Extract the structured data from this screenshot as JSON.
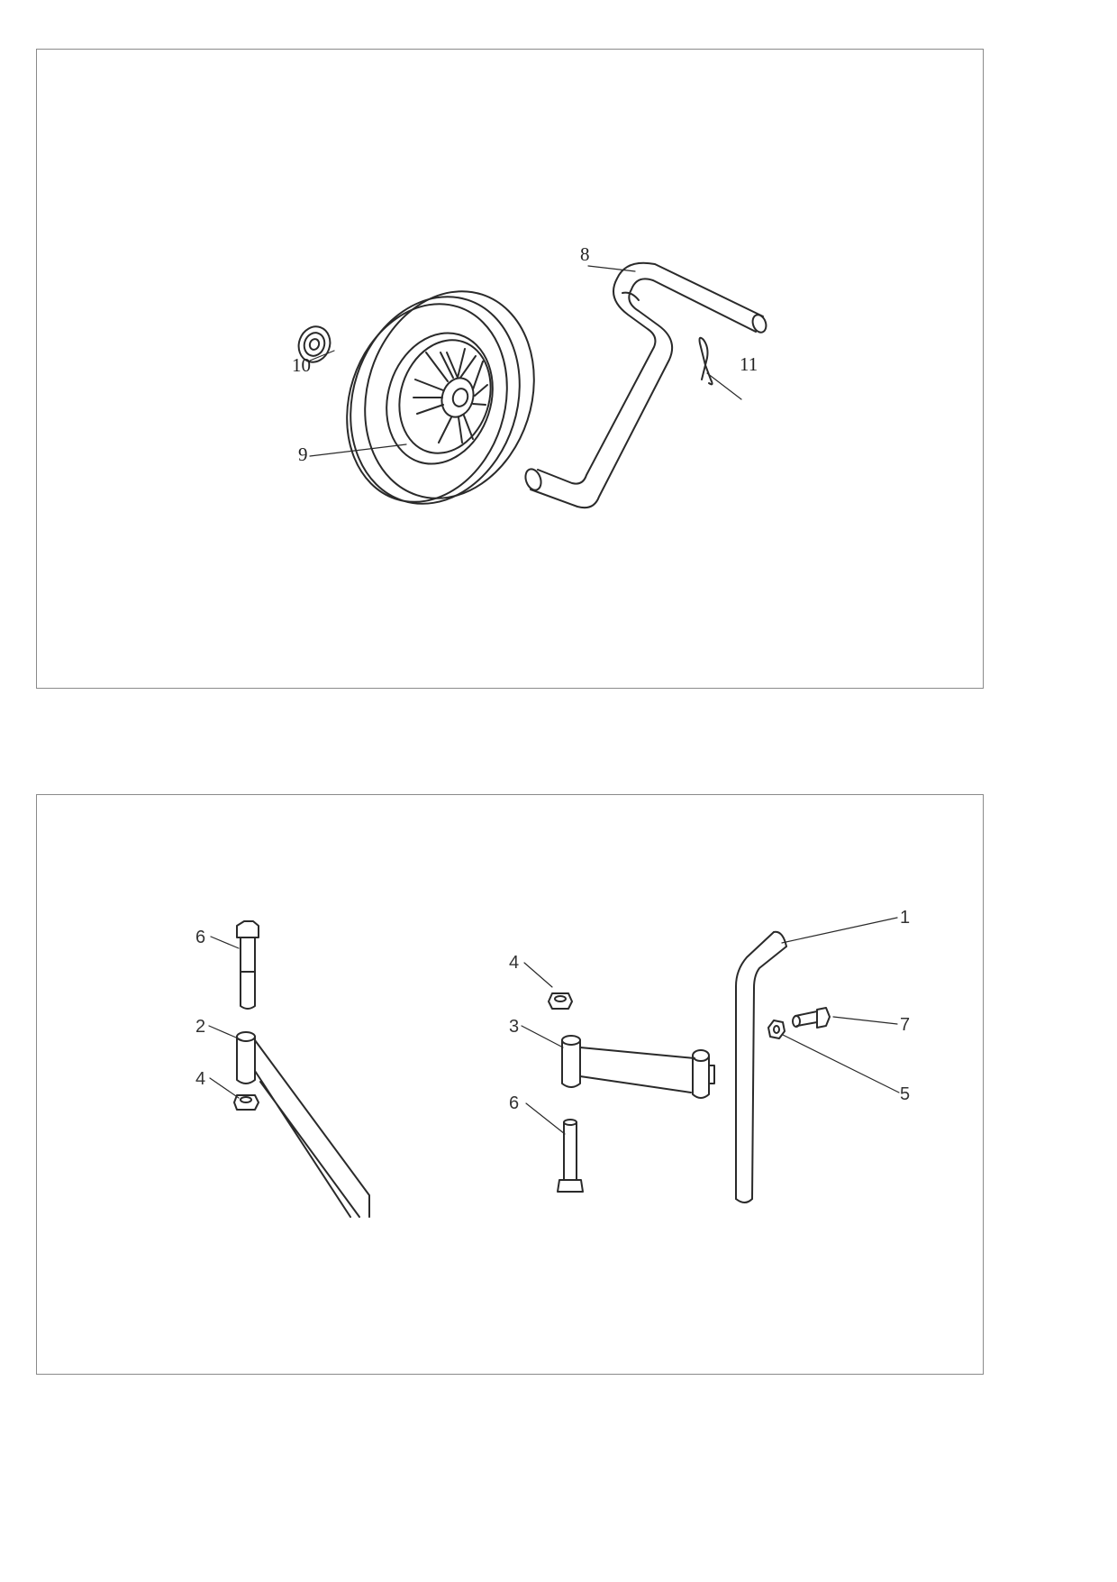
{
  "top_panel": {
    "callouts": {
      "c8": "8",
      "c9": "9",
      "c10": "10",
      "c11": "11"
    },
    "parts": [
      "wheel",
      "axle-handle",
      "washer",
      "r-clip"
    ]
  },
  "bottom_panel": {
    "callouts": {
      "c1": "1",
      "c2": "2",
      "c3": "3",
      "c4a": "4",
      "c4b": "4",
      "c5": "5",
      "c6a": "6",
      "c6b": "6",
      "c7": "7"
    },
    "parts": [
      "leg-tube",
      "frame-bracket",
      "cross-bracket",
      "nut",
      "bolt",
      "small-bolt",
      "small-nut"
    ]
  },
  "colors": {
    "line": "#2a2a2a",
    "border": "#8a8a8a",
    "background": "#ffffff"
  }
}
